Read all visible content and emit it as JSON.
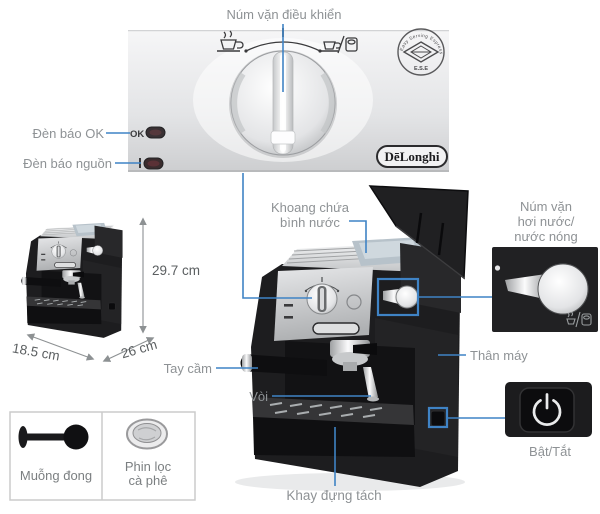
{
  "colors": {
    "accent_blue": "#3f83c5",
    "label_gray": "#8e9295",
    "dimension_gray": "#5b5f61",
    "panel_silver": "#dfe0e2",
    "machine_black": "#1d1d1f"
  },
  "panel": {
    "control_knob_label": "Núm vặn điều khiển",
    "ok_light_label": "Đèn báo OK",
    "power_light_label": "Đèn báo nguồn",
    "ok_text": "OK",
    "ese_arc_text": "Easy Serving Espresso",
    "ese_text": "E.S.E"
  },
  "brand": {
    "name": "DēLonghi"
  },
  "dimensions": {
    "height": "29.7 cm",
    "width": "18.5 cm",
    "depth": "26 cm"
  },
  "callouts": {
    "water_tank_line1": "Khoang chứa",
    "water_tank_line2": "bình nước",
    "steam_knob_line1": "Núm vặn",
    "steam_knob_line2": "hơi nước/",
    "steam_knob_line3": "nước nóng",
    "body": "Thân máy",
    "handle": "Tay cầm",
    "nozzle": "Vòi",
    "cup_tray": "Khay đựng tách",
    "power": "Bật/Tắt"
  },
  "accessories": {
    "spoon": "Muỗng đong",
    "filter_line1": "Phin lọc",
    "filter_line2": "cà phê"
  }
}
